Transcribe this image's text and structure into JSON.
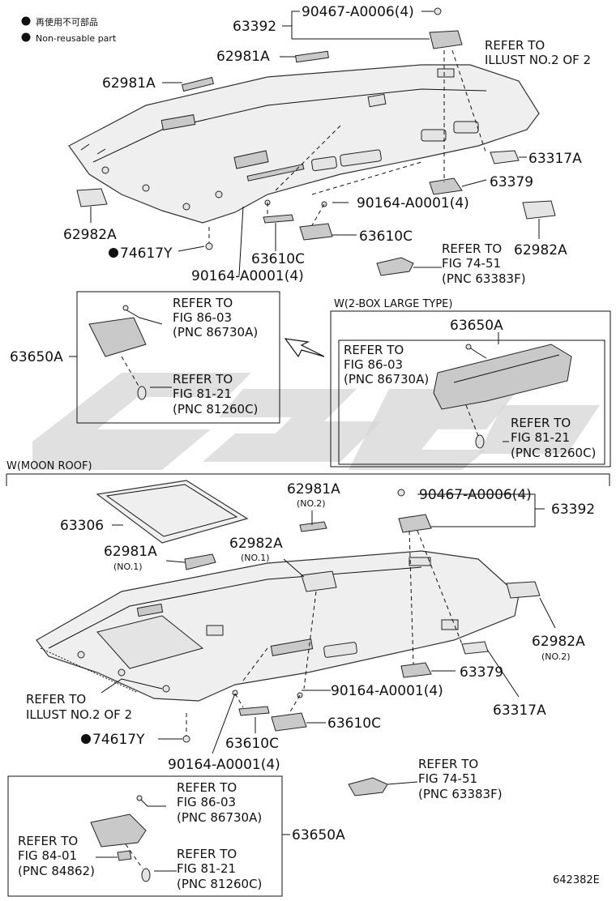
{
  "legend": {
    "japanese": "再使用不可部品",
    "english": "Non-reusable part"
  },
  "figure_id": "642382E",
  "top": {
    "p63392": "63392",
    "p90467": "90467-A0006(4)",
    "refer_illust_1": "REFER TO",
    "refer_illust_2": "ILLUST NO.2 OF 2",
    "p62981A_a": "62981A",
    "p62981A_b": "62981A",
    "p63317A": "63317A",
    "p63379": "63379",
    "p90164_right": "90164-A0001(4)",
    "p62982A_left": "62982A",
    "p63610C_right": "63610C",
    "p62982A_right": "62982A",
    "p74617Y": "74617Y",
    "p63610C_left": "63610C",
    "refer_fig7451_1": "REFER TO",
    "refer_fig7451_2": "FIG 74-51",
    "refer_fig7451_3": "(PNC 63383F)",
    "p90164_left": "90164-A0001(4)"
  },
  "mid_left": {
    "p63650A": "63650A",
    "r1_1": "REFER TO",
    "r1_2": "FIG 86-03",
    "r1_3": "(PNC 86730A)",
    "r2_1": "REFER TO",
    "r2_2": "FIG 81-21",
    "r2_3": "(PNC 81260C)"
  },
  "mid_right": {
    "title": "W(2-BOX LARGE TYPE)",
    "p63650A": "63650A",
    "r1_1": "REFER TO",
    "r1_2": "FIG 86-03",
    "r1_3": "(PNC 86730A)",
    "r2_1": "REFER TO",
    "r2_2": "FIG 81-21",
    "r2_3": "(PNC 81260C)"
  },
  "bottom": {
    "title": "W(MOON ROOF)",
    "p62981A_no2": "62981A",
    "no2_a": "(NO.2)",
    "p90467": "90467-A0006(4)",
    "p63392": "63392",
    "p63306": "63306",
    "p62982A_no1": "62982A",
    "no1_a": "(NO.1)",
    "p62981A_no1": "62981A",
    "no1_b": "(NO.1)",
    "p62982A_no2": "62982A",
    "no2_b": "(NO.2)",
    "p63379": "63379",
    "refer_illust_1": "REFER TO",
    "refer_illust_2": "ILLUST NO.2 OF 2",
    "p90164_right": "90164-A0001(4)",
    "p63317A": "63317A",
    "p63610C_right": "63610C",
    "p74617Y": "74617Y",
    "p63610C_left": "63610C",
    "p90164_left": "90164-A0001(4)",
    "refer_fig7451_1": "REFER TO",
    "refer_fig7451_2": "FIG 74-51",
    "refer_fig7451_3": "(PNC 63383F)"
  },
  "bottom_box": {
    "p63650A": "63650A",
    "r1_1": "REFER TO",
    "r1_2": "FIG 86-03",
    "r1_3": "(PNC 86730A)",
    "r2_1": "REFER TO",
    "r2_2": "FIG 81-21",
    "r2_3": "(PNC 81260C)",
    "r3_1": "REFER TO",
    "r3_2": "FIG 84-01",
    "r3_3": "(PNC 84862)"
  }
}
